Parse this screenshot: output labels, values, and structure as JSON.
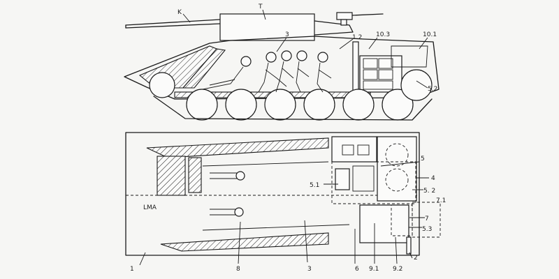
{
  "labels": {
    "K": "K",
    "T": "T",
    "l3_side": "3",
    "l1_2": "1.2",
    "l10_3": "10.3",
    "l10_1": "10.1",
    "l5_2_side": "5.2",
    "l5": "5",
    "l4": "4",
    "l5_1": "5.1",
    "l5_2_top": "5. 2",
    "l7_1": "7.1",
    "l7": "7",
    "l5_3": "5.3",
    "LMA": "LMA",
    "l1": "1",
    "l8": "8",
    "l3_top": "3",
    "l6": "6",
    "l9_1": "9.1",
    "l9_2": "9.2",
    "l2": "2"
  },
  "colors": {
    "ink": "#1a1a1a",
    "paper": "#f6f6f4"
  }
}
